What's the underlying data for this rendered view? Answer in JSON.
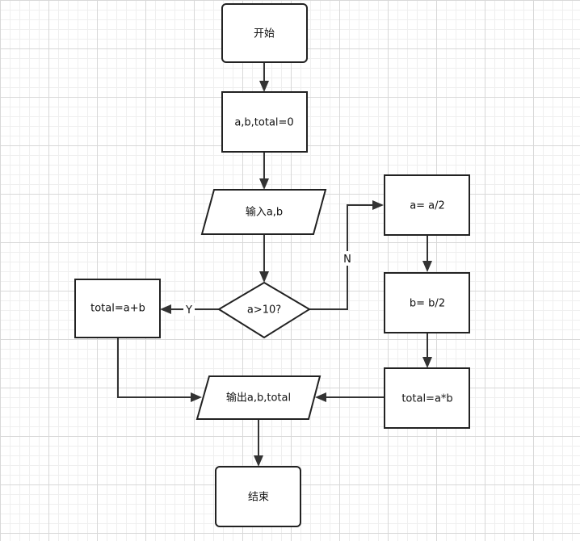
{
  "diagram": {
    "nodes": {
      "start": "开始",
      "init": "a,b,total=0",
      "input": "输入a,b",
      "decision": "a>10?",
      "sum": "total=a+b",
      "half_a": "a= a/2",
      "half_b": "b= b/2",
      "product": "total=a*b",
      "output": "输出a,b,total",
      "end": "结束"
    },
    "edge_labels": {
      "yes": "Y",
      "no": "N"
    }
  }
}
